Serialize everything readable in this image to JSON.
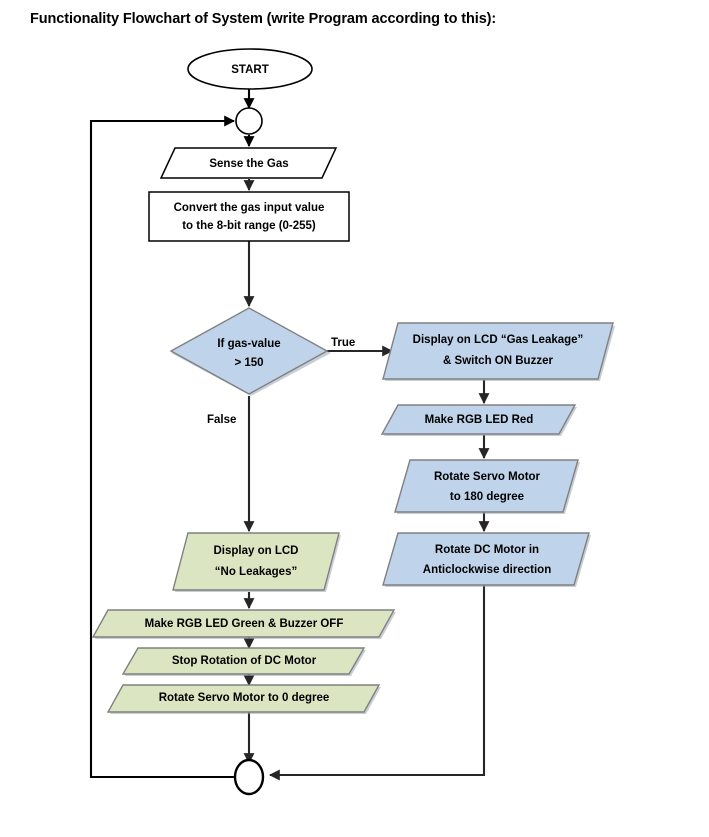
{
  "page": {
    "title": "Functionality Flowchart of System (write Program according to this):"
  },
  "colors": {
    "blue_fill": "#BFD3EA",
    "green_fill": "#DCE5C2",
    "white_fill": "#FFFFFF",
    "shape_stroke": "#808080",
    "line_stroke": "#262626",
    "terminator_stroke": "#000000",
    "text": "#000000"
  },
  "diagram": {
    "type": "flowchart",
    "nodes": [
      {
        "id": "start",
        "shape": "terminator-ellipse",
        "label": "START",
        "fill": "white"
      },
      {
        "id": "junction-top",
        "shape": "connector-circle",
        "label": "",
        "fill": "white"
      },
      {
        "id": "sense",
        "shape": "parallelogram",
        "label": "Sense the Gas",
        "fill": "white"
      },
      {
        "id": "convert",
        "shape": "rectangle",
        "label": "Convert the gas input value to the 8-bit range (0-255)",
        "line1": "Convert the gas input value",
        "line2": "to the 8-bit range (0-255)",
        "fill": "white"
      },
      {
        "id": "decision",
        "shape": "diamond",
        "label": "If gas-value > 150",
        "line1": "If gas-value",
        "line2": "> 150",
        "fill": "blue"
      },
      {
        "id": "lcd-leak",
        "shape": "parallelogram",
        "label": "Display on LCD “Gas Leakage” & Switch ON Buzzer",
        "line1": "Display on LCD “Gas Leakage”",
        "line2": "& Switch ON Buzzer",
        "fill": "blue"
      },
      {
        "id": "led-red",
        "shape": "parallelogram",
        "label": "Make RGB LED Red",
        "fill": "blue"
      },
      {
        "id": "servo-180",
        "shape": "parallelogram",
        "label": "Rotate Servo Motor to 180 degree",
        "line1": "Rotate Servo Motor",
        "line2": "to 180 degree",
        "fill": "blue"
      },
      {
        "id": "dc-anti",
        "shape": "parallelogram",
        "label": "Rotate DC Motor in Anticlockwise direction",
        "line1": "Rotate DC Motor in",
        "line2": "Anticlockwise direction",
        "fill": "blue"
      },
      {
        "id": "lcd-noleak",
        "shape": "parallelogram",
        "label": "Display on LCD “No Leakages”",
        "line1": "Display on LCD",
        "line2": "“No Leakages”",
        "fill": "green"
      },
      {
        "id": "led-green",
        "shape": "parallelogram",
        "label": "Make RGB LED Green & Buzzer OFF",
        "fill": "green"
      },
      {
        "id": "dc-stop",
        "shape": "parallelogram",
        "label": "Stop Rotation of DC Motor",
        "fill": "green"
      },
      {
        "id": "servo-0",
        "shape": "parallelogram",
        "label": "Rotate Servo Motor to 0 degree",
        "fill": "green"
      },
      {
        "id": "junction-bottom",
        "shape": "connector-ellipse",
        "label": "",
        "fill": "white"
      }
    ],
    "edge_labels": {
      "true": "True",
      "false": "False"
    }
  }
}
